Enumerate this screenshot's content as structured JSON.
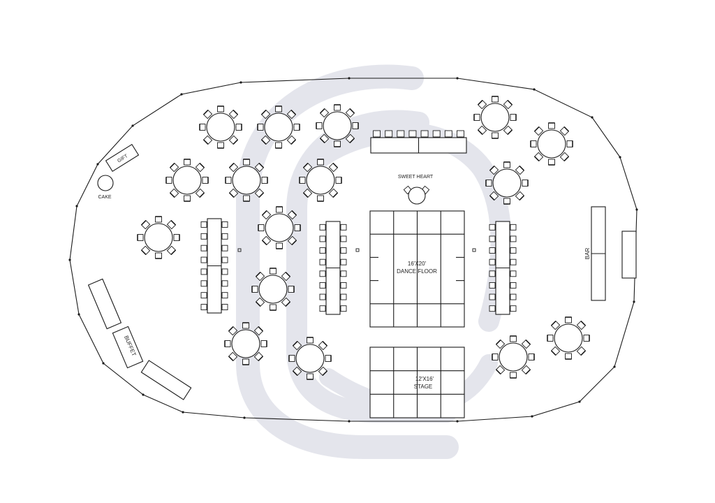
{
  "labels": {
    "gift": "GIFT",
    "cake": "CAKE",
    "sweetheart": "SWEET HEART",
    "dance_size": "16'X20'",
    "dance_name": "DANCE FLOOR",
    "stage_size": "12'X16'",
    "stage_name": "STAGE",
    "buffet": "BUFFET",
    "bar": "BAR"
  },
  "colors": {
    "line": "#1a1a1a",
    "watermark": "#e4e5ec"
  }
}
